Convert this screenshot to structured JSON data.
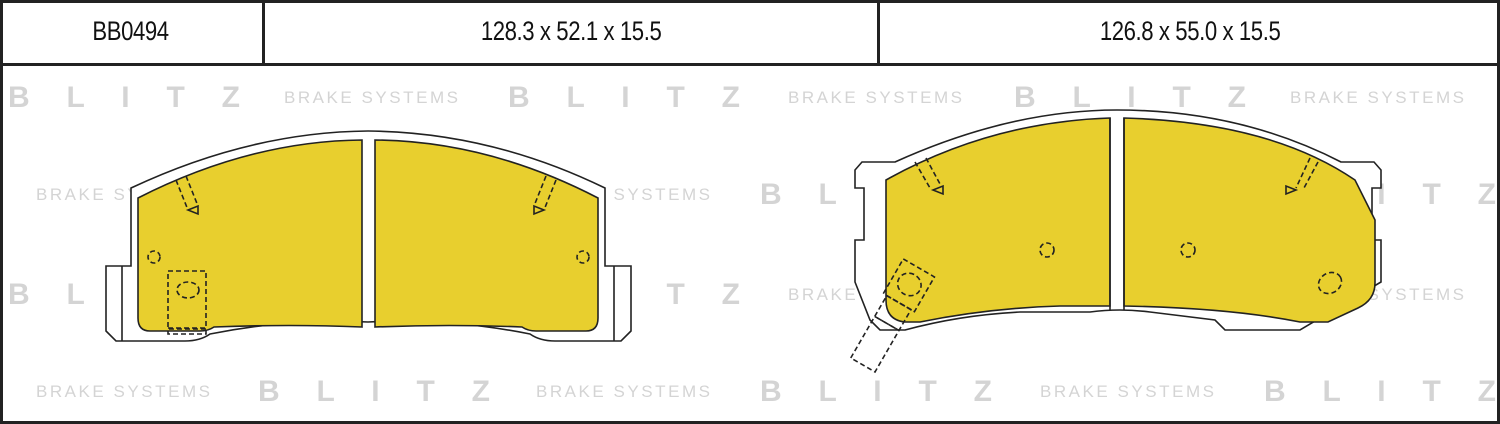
{
  "header": {
    "part_number": "BB0494",
    "dims_pad1": "128.3 x 52.1 x 15.5",
    "dims_pad2": "126.8 x 55.0 x 15.5"
  },
  "watermark": {
    "brand": "B L I T Z",
    "tagline": "BRAKE SYSTEMS"
  },
  "colors": {
    "friction": "#e8cf2e",
    "outline": "#222222",
    "watermark": "#d4d4d4"
  },
  "drawings": [
    {
      "name": "brake-pad-left",
      "dims": "128.3 x 52.1 x 15.5"
    },
    {
      "name": "brake-pad-right",
      "dims": "126.8 x 55.0 x 15.5"
    }
  ]
}
